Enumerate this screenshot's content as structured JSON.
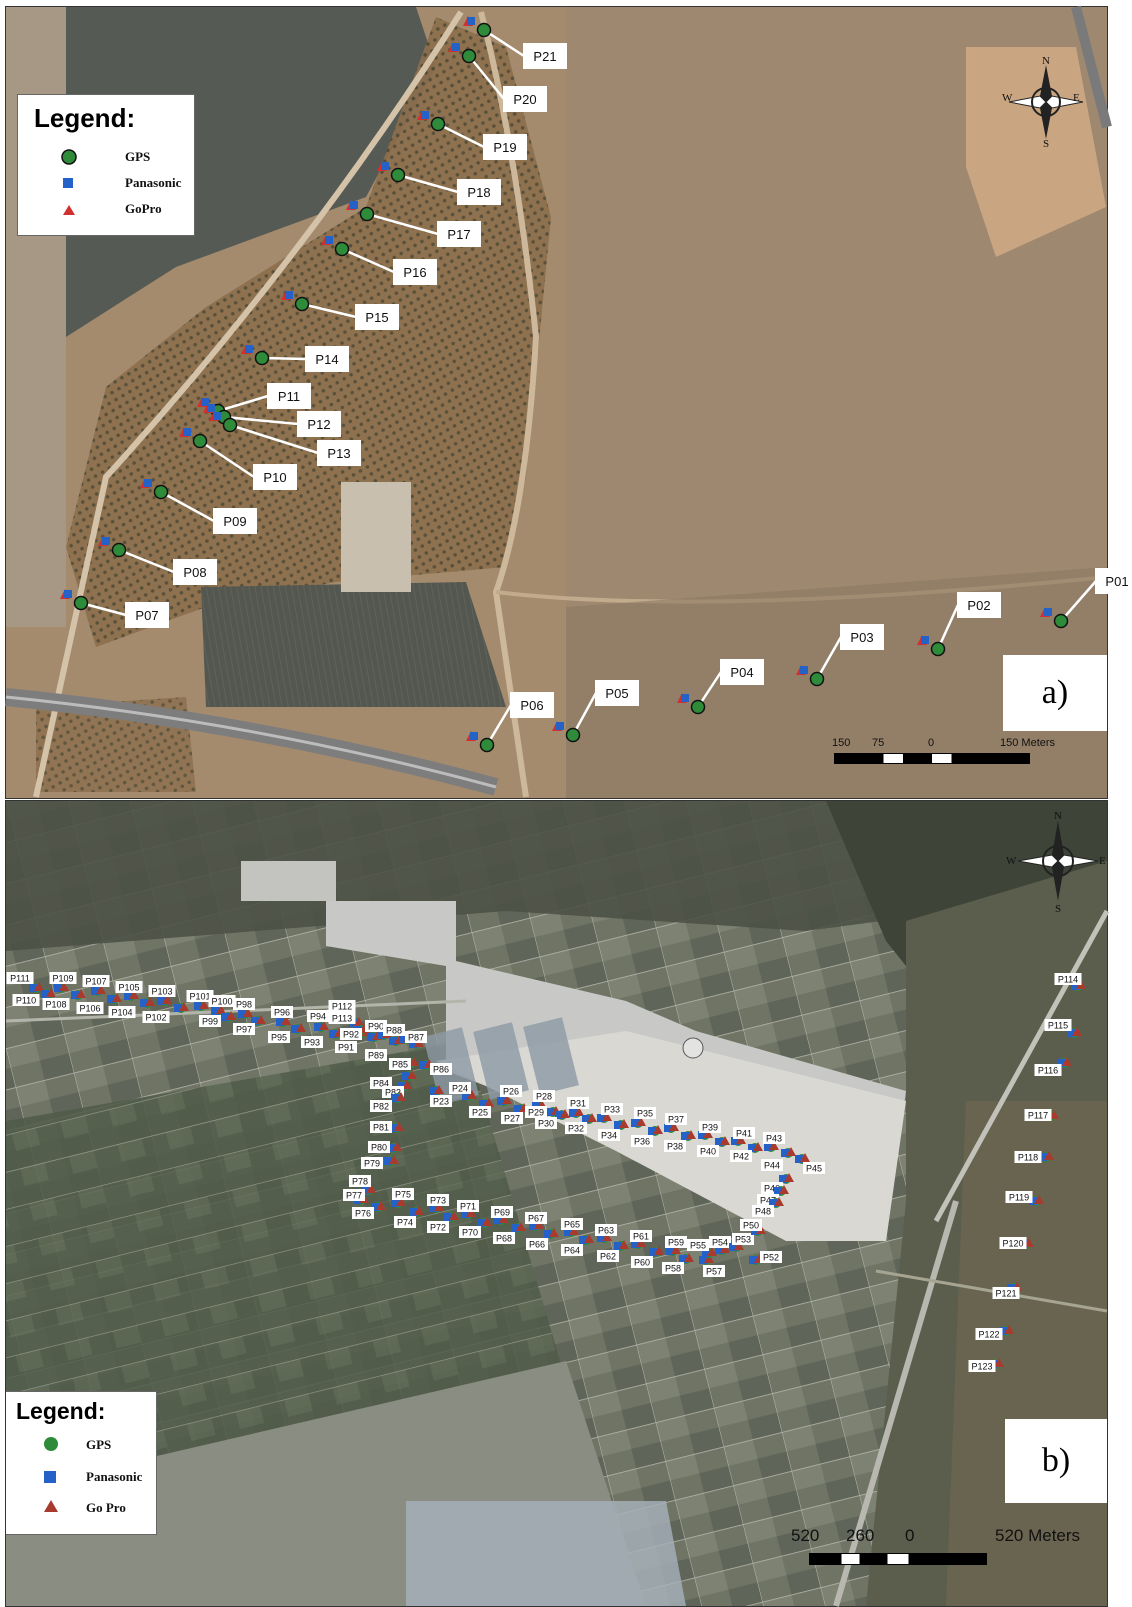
{
  "panel_a": {
    "tag": "a)",
    "legend": {
      "title": "Legend:",
      "items": [
        {
          "symbol": "circle",
          "color": "#2e8b3a",
          "label": "GPS"
        },
        {
          "symbol": "square",
          "color": "#2462c8",
          "label": "Panasonic"
        },
        {
          "symbol": "triangle",
          "color": "#d03030",
          "label": "GoPro"
        }
      ]
    },
    "scale": {
      "labels": [
        "150",
        "75",
        "0",
        "150 Meters"
      ]
    },
    "compass": {
      "n": "N",
      "s": "S",
      "e": "E",
      "w": "W"
    },
    "points": [
      {
        "id": "P01",
        "label": "P01"
      },
      {
        "id": "P02",
        "label": "P02"
      },
      {
        "id": "P03",
        "label": "P03"
      },
      {
        "id": "P04",
        "label": "P04"
      },
      {
        "id": "P05",
        "label": "P05"
      },
      {
        "id": "P06",
        "label": "P06"
      },
      {
        "id": "P07",
        "label": "P07"
      },
      {
        "id": "P08",
        "label": "P08"
      },
      {
        "id": "P09",
        "label": "P09"
      },
      {
        "id": "P10",
        "label": "P10"
      },
      {
        "id": "P11",
        "label": "P11"
      },
      {
        "id": "P12",
        "label": "P12"
      },
      {
        "id": "P13",
        "label": "P13"
      },
      {
        "id": "P14",
        "label": "P14"
      },
      {
        "id": "P15",
        "label": "P15"
      },
      {
        "id": "P16",
        "label": "P16"
      },
      {
        "id": "P17",
        "label": "P17"
      },
      {
        "id": "P18",
        "label": "P18"
      },
      {
        "id": "P19",
        "label": "P19"
      },
      {
        "id": "P20",
        "label": "P20"
      },
      {
        "id": "P21",
        "label": "P21"
      }
    ]
  },
  "panel_b": {
    "tag": "b)",
    "legend": {
      "title": "Legend:",
      "items": [
        {
          "symbol": "circle",
          "color": "#2e8b3a",
          "label": "GPS"
        },
        {
          "symbol": "square",
          "color": "#2462c8",
          "label": "Panasonic"
        },
        {
          "symbol": "triangle",
          "color": "#a83a2e",
          "label": "Go Pro"
        }
      ]
    },
    "scale": {
      "labels": [
        "520",
        "260",
        "0",
        "520 Meters"
      ]
    },
    "compass": {
      "n": "N",
      "s": "S",
      "e": "E",
      "w": "W"
    },
    "points": [
      "P111",
      "P110",
      "P109",
      "P108",
      "P107",
      "P106",
      "P105",
      "P104",
      "P103",
      "P102",
      "P101",
      "P100",
      "P99",
      "P98",
      "P97",
      "P96",
      "P95",
      "P94",
      "P93",
      "P112",
      "P113",
      "P92",
      "P91",
      "P90",
      "P89",
      "P88",
      "P87",
      "P86",
      "P85",
      "P84",
      "P83",
      "P82",
      "P81",
      "P80",
      "P79",
      "P23",
      "P24",
      "P25",
      "P26",
      "P27",
      "P28",
      "P29",
      "P30",
      "P31",
      "P32",
      "P33",
      "P34",
      "P35",
      "P36",
      "P37",
      "P38",
      "P39",
      "P40",
      "P41",
      "P42",
      "P43",
      "P44",
      "P45",
      "P46",
      "P47",
      "P48",
      "P78",
      "P77",
      "P76",
      "P75",
      "P74",
      "P73",
      "P72",
      "P71",
      "P70",
      "P69",
      "P68",
      "P67",
      "P66",
      "P65",
      "P64",
      "P63",
      "P62",
      "P61",
      "P60",
      "P59",
      "P58",
      "P57",
      "P55",
      "P54",
      "P53",
      "P52",
      "P50",
      "P114",
      "P115",
      "P116",
      "P117",
      "P118",
      "P119",
      "P120",
      "P121",
      "P122",
      "P123"
    ]
  },
  "colors": {
    "gps": "#2e8b3a",
    "panasonic": "#2462c8",
    "gopro": "#d03030",
    "gopro_b": "#a83a2e"
  }
}
